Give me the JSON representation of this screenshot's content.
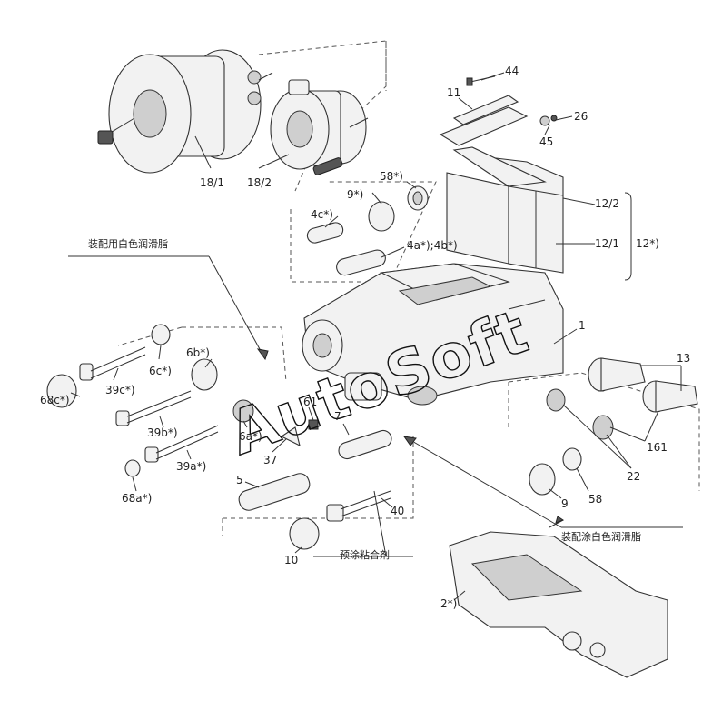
{
  "watermark": "AutoSoft",
  "notes": {
    "lube_top": "装配用白色润滑脂",
    "lube_right": "装配涂白色润滑脂",
    "adhesive": "预涂粘合剂"
  },
  "labels": {
    "p18_1": "18/1",
    "p18_2": "18/2",
    "p44": "44",
    "p11": "11",
    "p26": "26",
    "p45": "45",
    "p58a": "58*)",
    "p9a": "9*)",
    "p4c": "4c*)",
    "p4ab": "4a*);4b*)",
    "p12_2": "12/2",
    "p12_1": "12/1",
    "p12": "12*)",
    "p1": "1",
    "p6b": "6b*)",
    "p6c": "6c*)",
    "p39c": "39c*)",
    "p68c": "68c*)",
    "p39b": "39b*)",
    "p39a": "39a*)",
    "p68a": "68a*)",
    "p6a": "6a*)",
    "p61": "61",
    "p37": "37",
    "p7": "7",
    "p5": "5",
    "p40": "40",
    "p10": "10",
    "p13": "13",
    "p161": "161",
    "p22": "22",
    "p9b": "9",
    "p58b": "58",
    "p2": "2*)"
  }
}
